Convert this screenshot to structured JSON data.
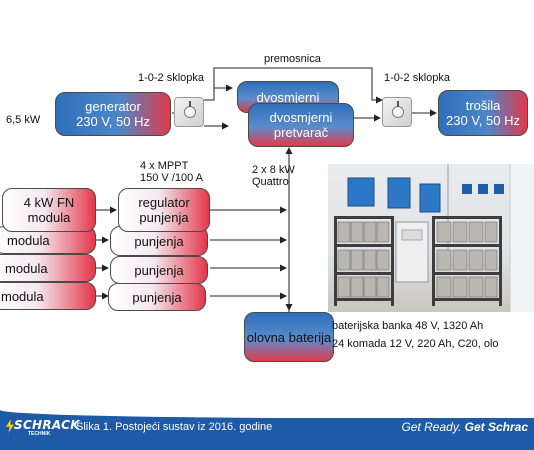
{
  "labels": {
    "power": "6,5 kW",
    "switch_left": "1-0-2 sklopka",
    "switch_right": "1-0-2 sklopka",
    "bypass": "premosnica",
    "mppt_line1": "4 x MPPT",
    "mppt_line2": "150 V /100 A",
    "inverter_line1": "2 x 8 kW",
    "inverter_line2": "Quattro",
    "bank_line1": "baterijska banka 48 V, 1320 Ah",
    "bank_line2": "24 komada 12 V, 220 Ah, C20, olo"
  },
  "boxes": {
    "generator_line1": "generator",
    "generator_line2": "230 V, 50 Hz",
    "inverter_back": "dvosmjerni",
    "inverter_front_line1": "dvosmjerni",
    "inverter_front_line2": "pretvarač",
    "load_line1": "trošila",
    "load_line2": "230 V, 50 Hz",
    "pv_front_line1": "4 kW FN",
    "pv_front_line2": "modula",
    "pv_back": [
      "modula",
      "modula",
      "modula"
    ],
    "regulator_line1": "regulator",
    "regulator_line2": "punjenja",
    "regulator_back": [
      "punjenja",
      "punjenja",
      "punjenja"
    ],
    "battery": "olovna baterija"
  },
  "footer": {
    "brand": "SCHRACK",
    "brand_sub": "TECHNIK",
    "caption": "Slika 1. Postojeći sustav iz 2016. godine",
    "slogan_a": "Get Ready.",
    "slogan_b": "Get Schrac"
  },
  "colors": {
    "accent_blue": "#2f6fba",
    "accent_red": "#e23a4a",
    "footer_blue": "#1e5aa8"
  }
}
